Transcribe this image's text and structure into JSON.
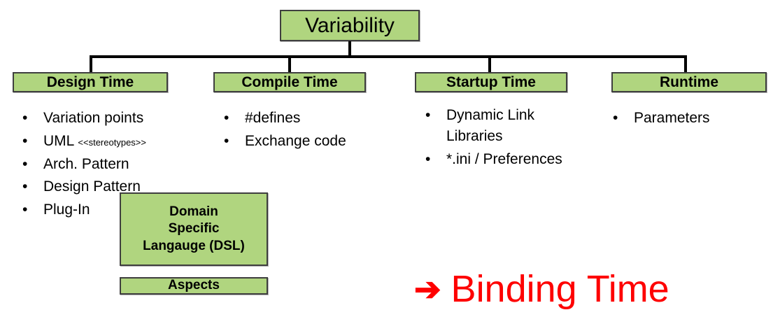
{
  "diagram": {
    "root": {
      "label": "Variability"
    },
    "branches": [
      {
        "label": "Design Time",
        "items": [
          {
            "text": "Variation points",
            "small": ""
          },
          {
            "text": "UML ",
            "small": "<<stereotypes>>"
          },
          {
            "text": "Arch. Pattern",
            "small": ""
          },
          {
            "text": "Design Pattern",
            "small": ""
          },
          {
            "text": "Plug-In",
            "small": ""
          }
        ]
      },
      {
        "label": "Compile Time",
        "items": [
          {
            "text": "#defines",
            "small": ""
          },
          {
            "text": "Exchange code",
            "small": ""
          }
        ]
      },
      {
        "label": "Startup Time",
        "items": [
          {
            "text": "Dynamic Link Libraries",
            "small": ""
          },
          {
            "text": "*.ini / Preferences",
            "small": ""
          }
        ]
      },
      {
        "label": "Runtime",
        "items": [
          {
            "text": "Parameters",
            "small": ""
          }
        ]
      }
    ],
    "extra_boxes": [
      {
        "line1": "Domain",
        "line2": "Specific",
        "line3": "Langauge (DSL)"
      },
      {
        "line1": "Aspects",
        "line2": "",
        "line3": ""
      }
    ],
    "callout": {
      "arrow": "➔",
      "label": "Binding Time"
    },
    "bullet_marker": "•",
    "colors": {
      "box_fill": "#b0d57f",
      "box_border": "#3f3f3f",
      "connector": "#000000",
      "callout": "#fe0000",
      "text": "#000000",
      "background": "#ffffff"
    }
  }
}
